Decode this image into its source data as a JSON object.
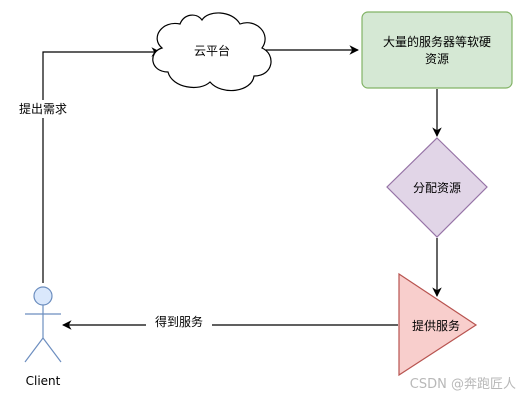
{
  "nodes": {
    "cloud": {
      "label": "云平台"
    },
    "servers": {
      "line1": "大量的服务器等软硬",
      "line2": "资源"
    },
    "allocate": {
      "label": "分配资源"
    },
    "provide": {
      "label": "提供服务"
    },
    "client": {
      "label": "Client"
    }
  },
  "edges": {
    "request": {
      "label": "提出需求"
    },
    "get_service": {
      "label": "得到服务"
    }
  },
  "colors": {
    "servers_fill": "#d5e8d4",
    "servers_stroke": "#82b366",
    "allocate_fill": "#e1d5e7",
    "allocate_stroke": "#9673a6",
    "provide_fill": "#f8cecc",
    "provide_stroke": "#b85450",
    "actor_fill": "#dae8fc",
    "actor_stroke": "#6c8ebf"
  },
  "watermark": "CSDN @奔跑匠人"
}
